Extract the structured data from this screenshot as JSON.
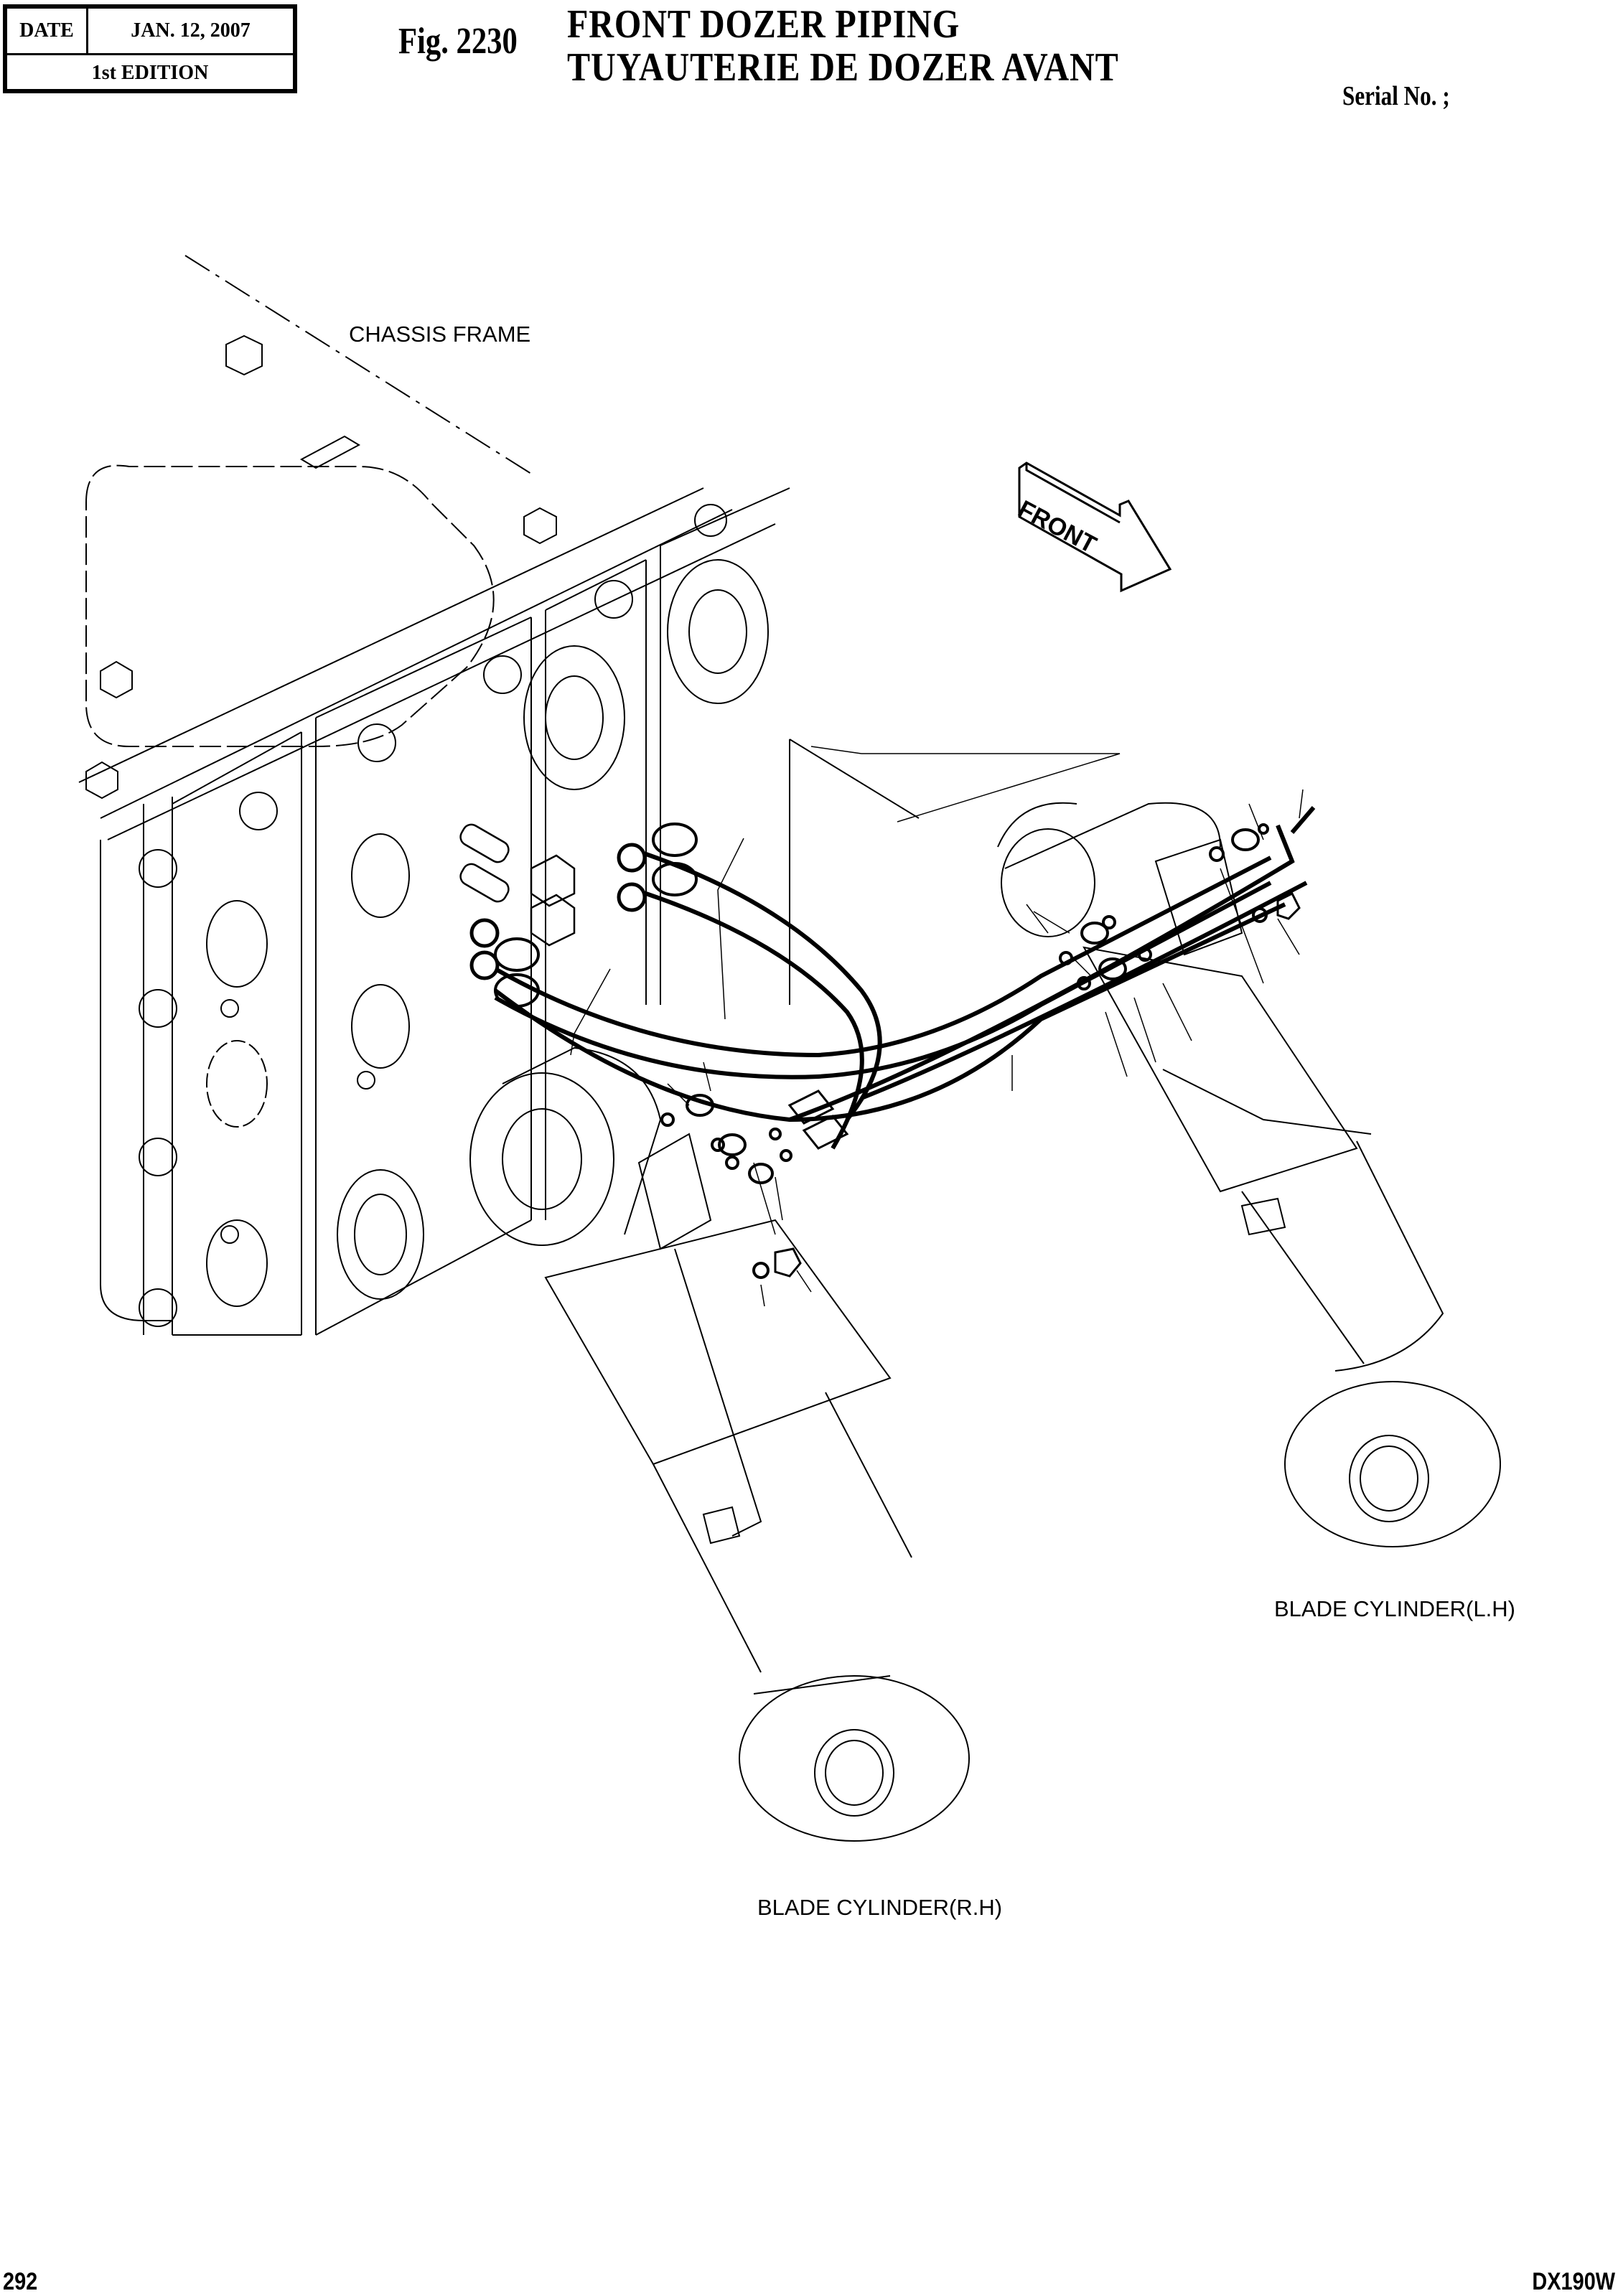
{
  "header": {
    "date_label": "DATE",
    "date_value": "JAN. 12, 2007",
    "edition": "1st EDITION",
    "figure_number": "Fig. 2230",
    "title_en": "FRONT  DOZER  PIPING",
    "title_fr": "TUYAUTERIE  DE  DOZER  AVANT",
    "serial_label": "Serial No. ;"
  },
  "diagram": {
    "labels": {
      "chassis_frame": "CHASSIS FRAME",
      "front_arrow": "FRONT",
      "blade_cylinder_lh": "BLADE CYLINDER(L.H)",
      "blade_cylinder_rh": "BLADE CYLINDER(R.H)"
    }
  },
  "footer": {
    "page_number": "292",
    "model": "DX190W"
  }
}
